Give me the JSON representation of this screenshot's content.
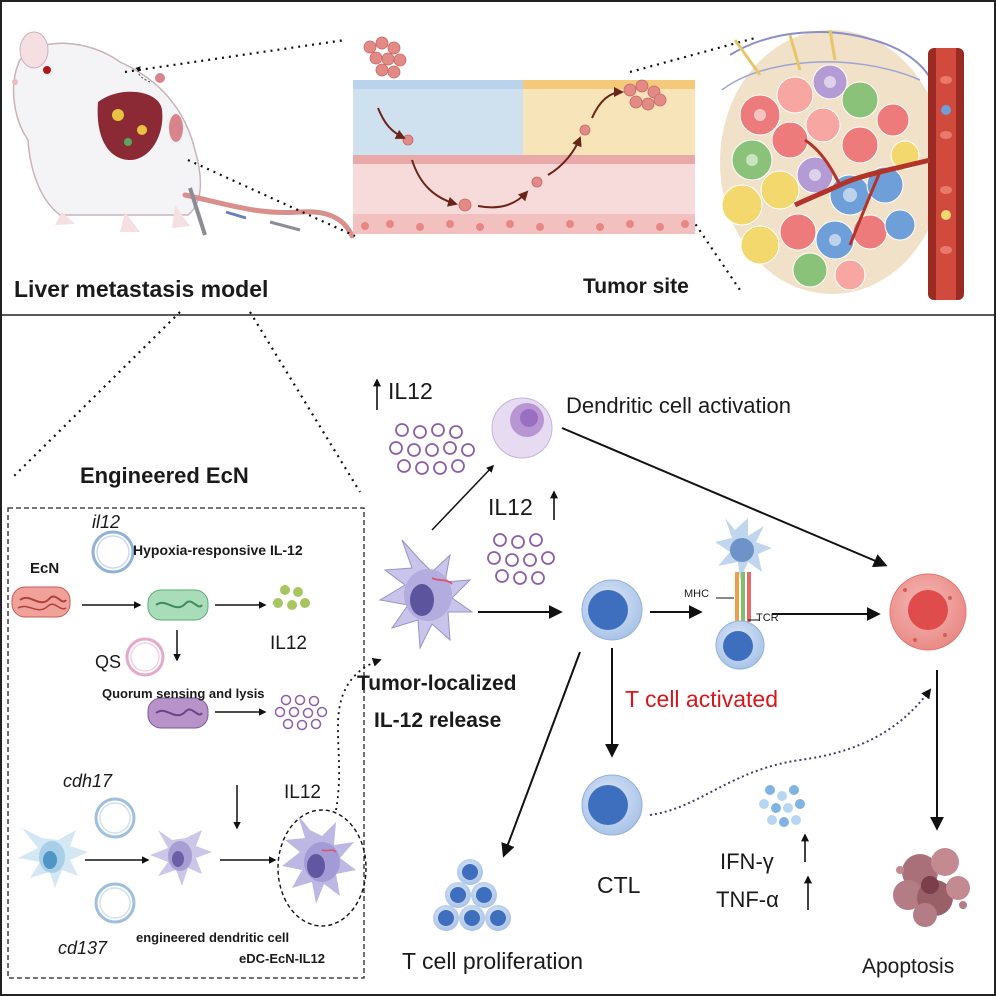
{
  "labels": {
    "liver_model": "Liver metastasis model",
    "tumor_site": "Tumor site",
    "engineered_ecn": "Engineered EcN",
    "ecn": "EcN",
    "il12_gene": "il12",
    "hypoxia": "Hypoxia-responsive IL-12",
    "il12_product": "IL12",
    "qs": "QS",
    "quorum": "Quorum sensing and lysis",
    "cdh17": "cdh17",
    "cd137": "cd137",
    "il12_edc": "IL12",
    "edc_name": "engineered dendritic cell",
    "edc_code": "eDC-EcN-IL12",
    "tumor_localized_1": "Tumor-localized",
    "tumor_localized_2": "IL-12 release",
    "il12_up_top": "IL12",
    "il12_up_mid": "IL12",
    "dc_activation": "Dendritic cell activation",
    "mhc": "MHC",
    "tcr": "TCR",
    "t_activated": "T cell activated",
    "ctl": "CTL",
    "ifn": "IFN-γ",
    "tnf": "TNF-α",
    "t_prolif": "T cell proliferation",
    "apoptosis": "Apoptosis"
  },
  "colors": {
    "text_red": "#d8161b",
    "il12_purple": "#9b6fb5",
    "tcell_blue": "#4a7fc8",
    "tumor_red": "#e06565"
  }
}
